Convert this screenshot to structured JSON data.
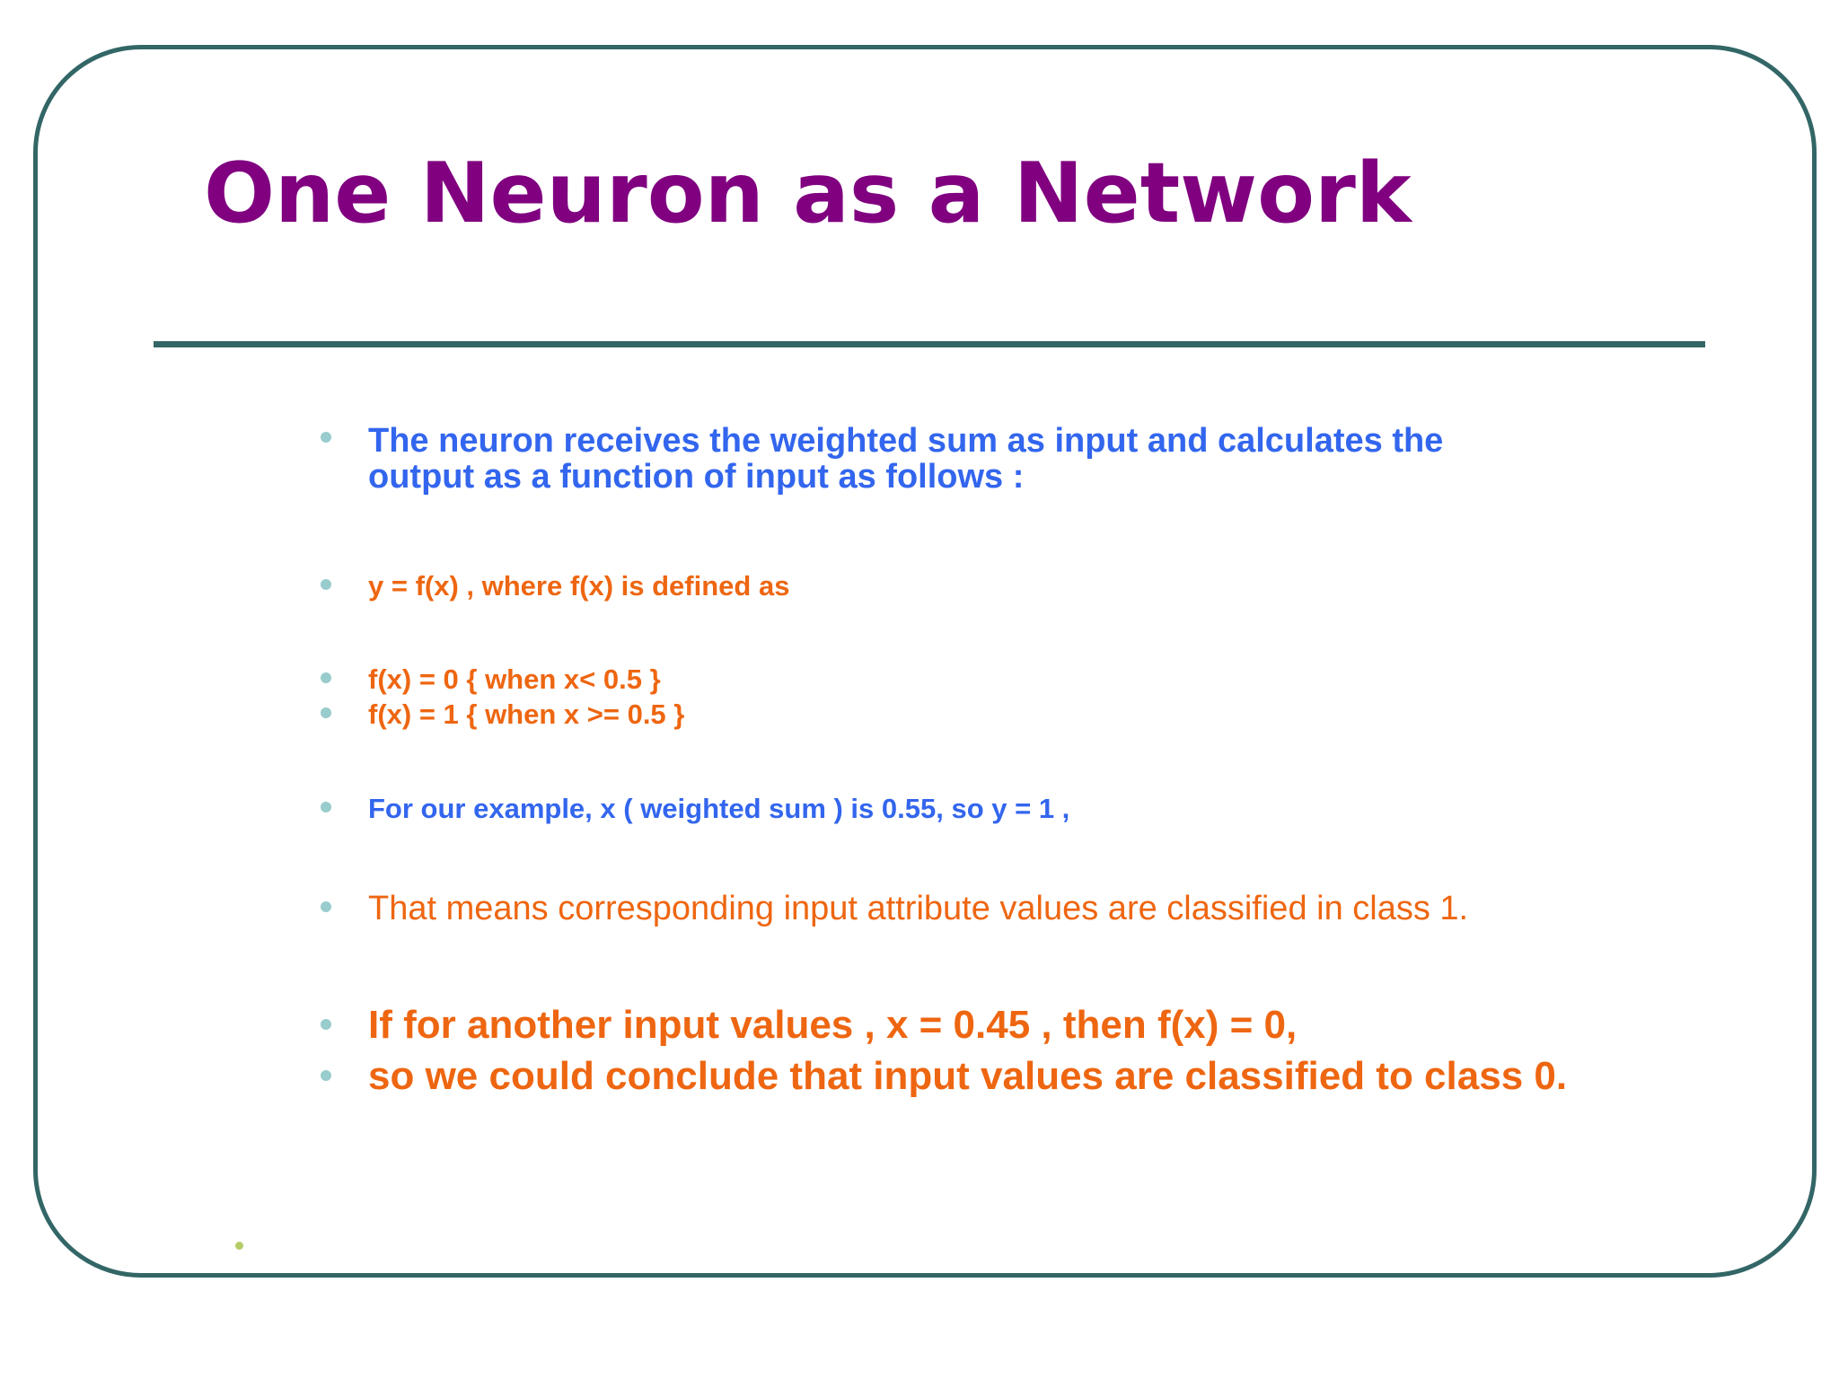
{
  "slide": {
    "title": "One Neuron as a Network",
    "bullets": [
      {
        "lines": [
          "The neuron receives the weighted sum as input and calculates the",
          "output as a function of input as follows :"
        ]
      },
      {
        "text": "y = f(x) , where f(x) is defined as"
      },
      {
        "text": "f(x) = 0 { when x< 0.5 }"
      },
      {
        "text": "f(x) = 1 { when x >= 0.5 }"
      },
      {
        "text": "For our example, x ( weighted sum ) is 0.55,  so y = 1 ,"
      },
      {
        "text": "That means corresponding input attribute values are classified in class 1."
      },
      {
        "text": "If  for another input values , x = 0.45 , then f(x) = 0,"
      },
      {
        "text": "so we could conclude that input values are classified to class 0."
      }
    ]
  },
  "colors": {
    "title": "#800080",
    "frame": "#336666",
    "blue_text": "#3366ee",
    "orange_text": "#ee6611",
    "bullet_dot": "#99cccc",
    "footer_dot": "#b3cc66"
  }
}
